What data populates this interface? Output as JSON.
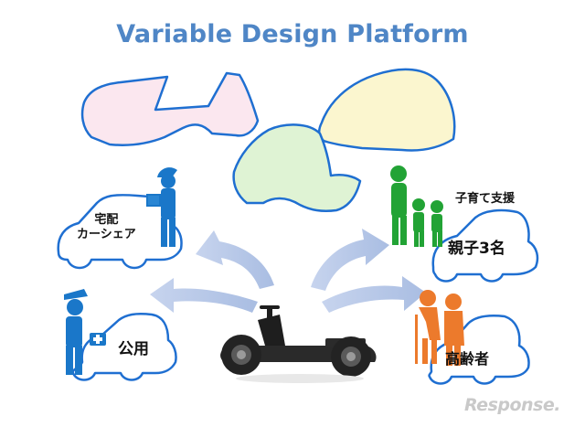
{
  "title": "Variable Design Platform",
  "labels": {
    "delivery_line1": "宅配",
    "delivery_line2": "カーシェア",
    "police": "公用",
    "childcare": "子育て支援",
    "family": "親子3名",
    "elderly": "高齢者"
  },
  "watermark": "Response.",
  "colors": {
    "title": "#4f86c6",
    "car_outline": "#1f6fd1",
    "body_pink": "#fbe7ef",
    "body_green": "#dff3d4",
    "body_yellow": "#fbf6cf",
    "person_blue": "#1a77c9",
    "person_green": "#22a335",
    "person_orange": "#ec7a2c",
    "arrow": "#b8c8e6"
  }
}
